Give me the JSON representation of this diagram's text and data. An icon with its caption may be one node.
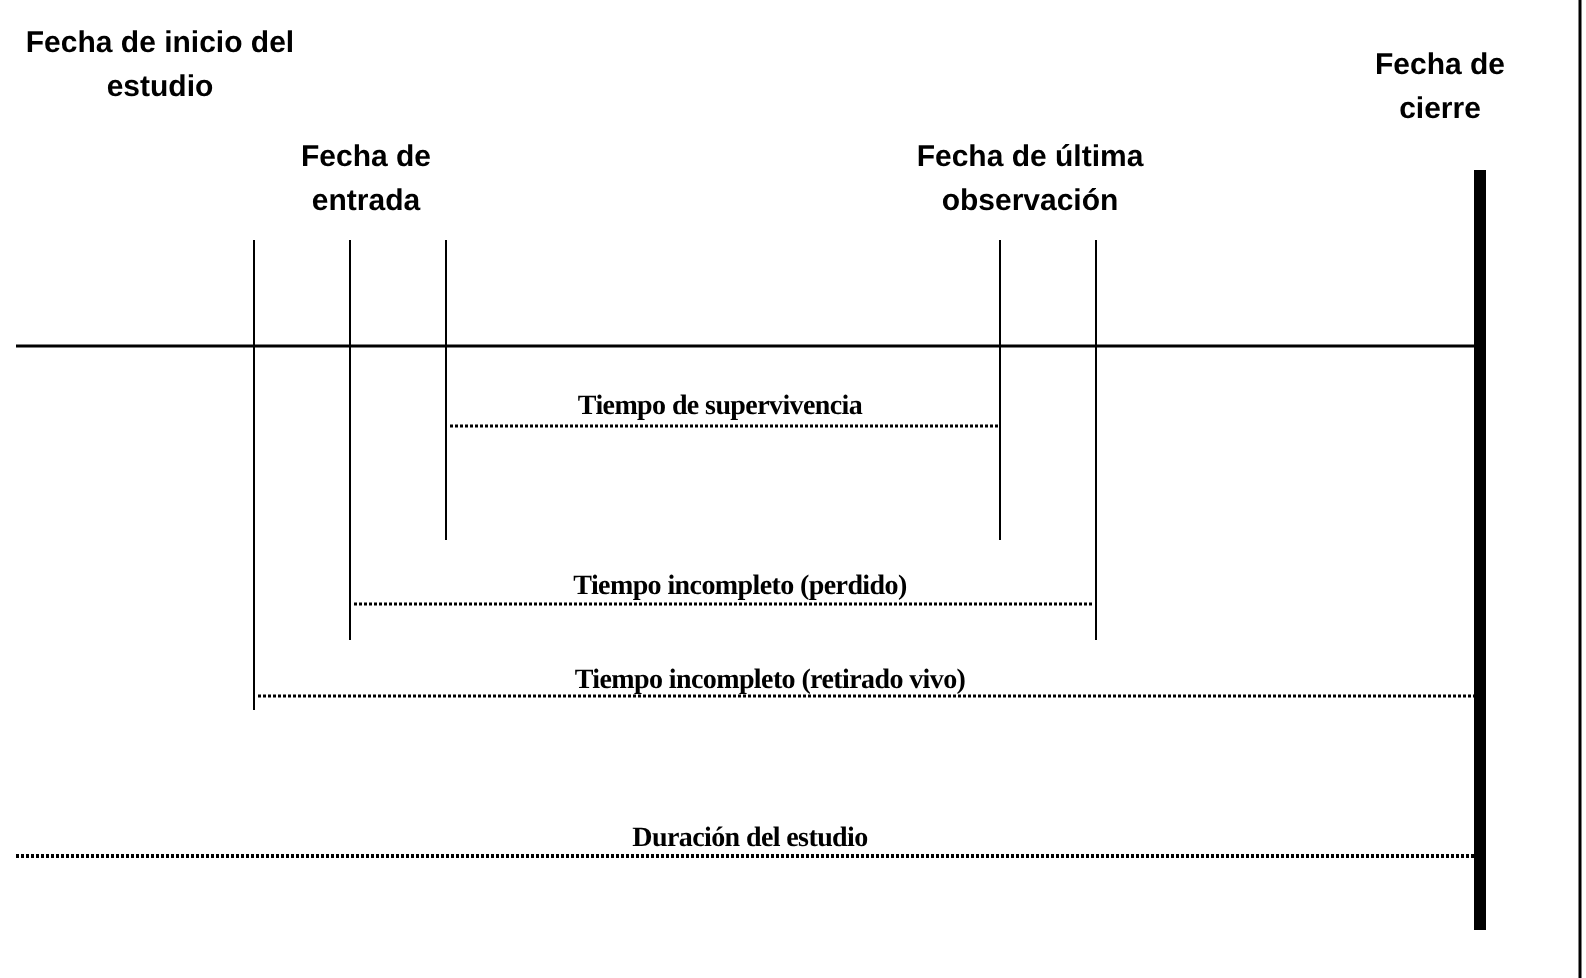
{
  "diagram": {
    "labels": [
      "Fecha de inicio del estudio",
      "Fecha de entrada",
      "Fecha de última observación",
      "Fecha de cierre",
      "Tiempo de supervivencia",
      "Tiempo incompleto (perdido)",
      "Tiempo incompleto (retirado vivo)",
      "Duración del estudio"
    ]
  }
}
